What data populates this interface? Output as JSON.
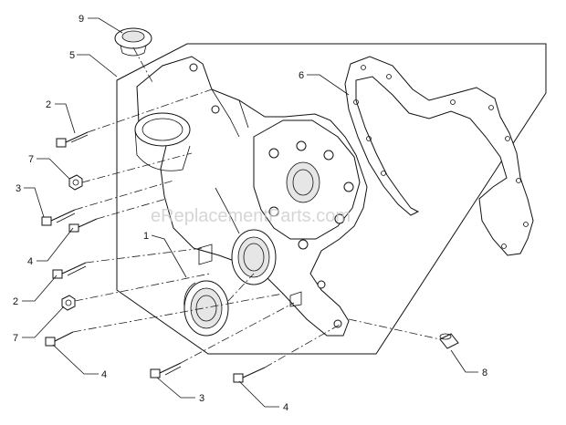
{
  "watermark": "eReplacementParts.com",
  "callouts": {
    "c1": "1",
    "c2a": "2",
    "c2b": "2",
    "c3a": "3",
    "c3b": "3",
    "c4a": "4",
    "c4b": "4",
    "c4c": "4",
    "c5": "5",
    "c6": "6",
    "c7a": "7",
    "c7b": "7",
    "c8": "8",
    "c9": "9"
  }
}
